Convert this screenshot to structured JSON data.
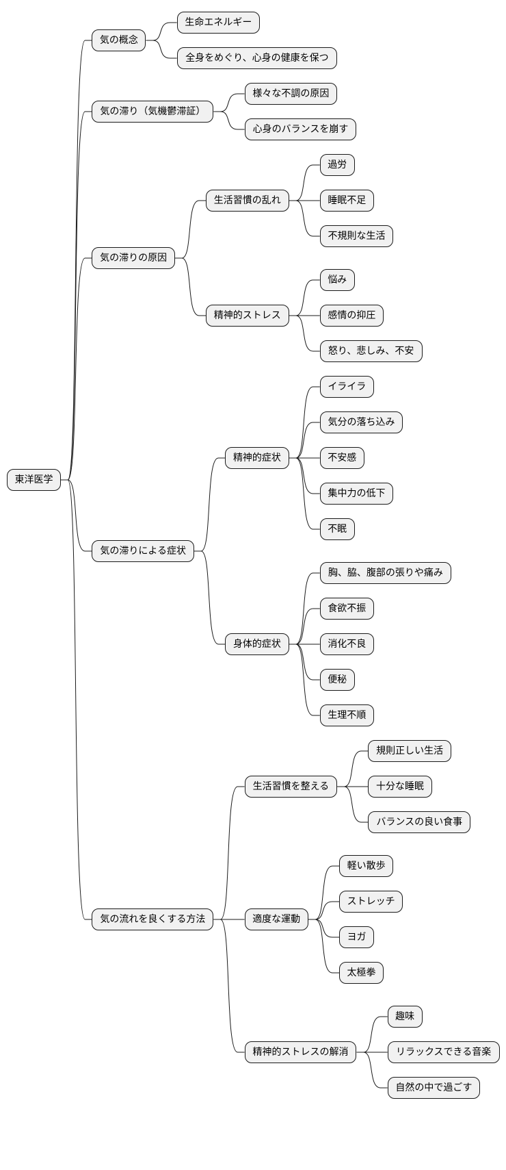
{
  "tree": {
    "label": "東洋医学",
    "children": [
      {
        "label": "気の概念",
        "children": [
          {
            "label": "生命エネルギー"
          },
          {
            "label": "全身をめぐり、心身の健康を保つ"
          }
        ]
      },
      {
        "label": "気の滞り（気機鬱滞証）",
        "children": [
          {
            "label": "様々な不調の原因"
          },
          {
            "label": "心身のバランスを崩す"
          }
        ]
      },
      {
        "label": "気の滞りの原因",
        "children": [
          {
            "label": "生活習慣の乱れ",
            "children": [
              {
                "label": "過労"
              },
              {
                "label": "睡眠不足"
              },
              {
                "label": "不規則な生活"
              }
            ]
          },
          {
            "label": "精神的ストレス",
            "children": [
              {
                "label": "悩み"
              },
              {
                "label": "感情の抑圧"
              },
              {
                "label": "怒り、悲しみ、不安"
              }
            ]
          }
        ]
      },
      {
        "label": "気の滞りによる症状",
        "children": [
          {
            "label": "精神的症状",
            "children": [
              {
                "label": "イライラ"
              },
              {
                "label": "気分の落ち込み"
              },
              {
                "label": "不安感"
              },
              {
                "label": "集中力の低下"
              },
              {
                "label": "不眠"
              }
            ]
          },
          {
            "label": "身体的症状",
            "children": [
              {
                "label": "胸、脇、腹部の張りや痛み"
              },
              {
                "label": "食欲不振"
              },
              {
                "label": "消化不良"
              },
              {
                "label": "便秘"
              },
              {
                "label": "生理不順"
              }
            ]
          }
        ]
      },
      {
        "label": "気の流れを良くする方法",
        "children": [
          {
            "label": "生活習慣を整える",
            "children": [
              {
                "label": "規則正しい生活"
              },
              {
                "label": "十分な睡眠"
              },
              {
                "label": "バランスの良い食事"
              }
            ]
          },
          {
            "label": "適度な運動",
            "children": [
              {
                "label": "軽い散歩"
              },
              {
                "label": "ストレッチ"
              },
              {
                "label": "ヨガ"
              },
              {
                "label": "太極拳"
              }
            ]
          },
          {
            "label": "精神的ストレスの解消",
            "children": [
              {
                "label": "趣味"
              },
              {
                "label": "リラックスできる音楽"
              },
              {
                "label": "自然の中で過ごす"
              }
            ]
          }
        ]
      }
    ]
  }
}
